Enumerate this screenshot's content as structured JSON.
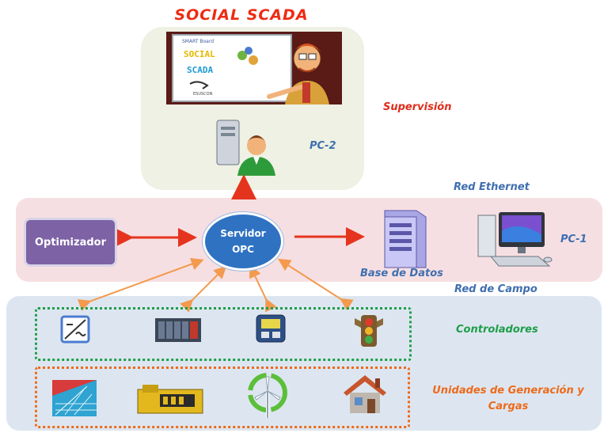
{
  "title": "SOCIAL SCADA",
  "supervision_label": "Supervisión",
  "pc2_label": "PC-2",
  "red_ethernet_label": "Red Ethernet",
  "optimizador_label": "Optimizador",
  "servidor_line1": "Servidor",
  "servidor_line2": "OPC",
  "base_datos_label": "Base de Datos",
  "pc1_label": "PC-1",
  "red_campo_label": "Red de Campo",
  "controladores_label": "Controladores",
  "unidades_label_line1": "Unidades de Generación y",
  "unidades_label_line2": "Cargas",
  "easel": {
    "brand": "SMART Board",
    "line1": "SOCIAL",
    "line2": "SCADA",
    "logo": "ESUSCON"
  },
  "colors": {
    "title_red": "#ee2b12",
    "opc_blue": "#2f72c2",
    "optim_purple": "#7d62a6",
    "green": "#1f9e4a",
    "orange": "#ee6a1b"
  },
  "icons": [
    "presenter-icon",
    "pc2-user-icon",
    "database-server-icon",
    "pc1-computer-icon",
    "inverter-icon",
    "plc-icon",
    "meter-icon",
    "traffic-light-icon",
    "solar-panel-icon",
    "generator-icon",
    "wind-turbine-icon",
    "house-icon"
  ]
}
